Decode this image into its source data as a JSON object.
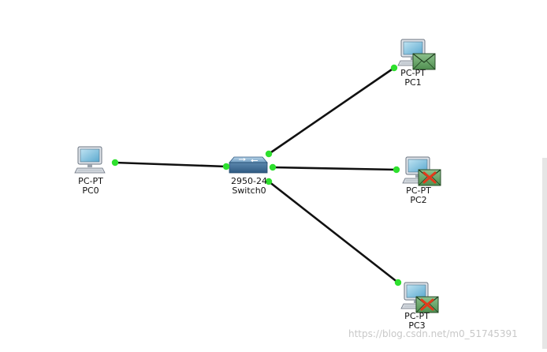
{
  "topology": {
    "devices": [
      {
        "id": "pc0",
        "type": "PC-PT",
        "name": "PC0",
        "status": "none"
      },
      {
        "id": "switch0",
        "type": "2950-24",
        "name": "Switch0",
        "status": "none"
      },
      {
        "id": "pc1",
        "type": "PC-PT",
        "name": "PC1",
        "status": "envelope"
      },
      {
        "id": "pc2",
        "type": "PC-PT",
        "name": "PC2",
        "status": "envelope-failed"
      },
      {
        "id": "pc3",
        "type": "PC-PT",
        "name": "PC3",
        "status": "envelope-failed"
      }
    ],
    "colors": {
      "link": "#111111",
      "port_up": "#2ee02e",
      "envelope": "#6fa86f",
      "fail_x": "#e23a1a"
    }
  },
  "watermark": "https://blog.csdn.net/m0_51745391"
}
